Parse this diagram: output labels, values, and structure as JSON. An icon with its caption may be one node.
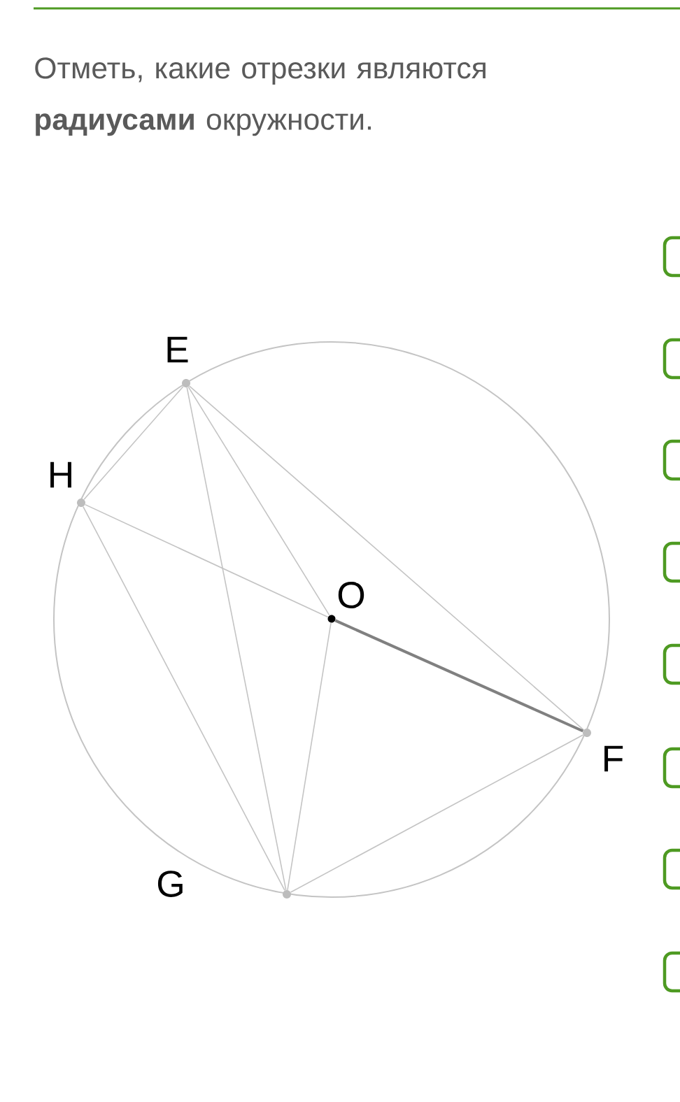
{
  "diagram": {
    "title": "Отметь, какие отрезки являются **радиусами** окружности.",
    "nodes": [
      {
        "text": [],
        "shape": "circle",
        "beside": [
          "E"
        ]
      },
      {
        "text": [],
        "shape": "circle",
        "beside": [
          "H"
        ]
      },
      {
        "text": [],
        "shape": "circle",
        "beside": [
          "O"
        ]
      },
      {
        "text": [],
        "shape": "circle",
        "beside": [
          "F"
        ]
      },
      {
        "text": [],
        "shape": "circle",
        "beside": [
          "G"
        ]
      }
    ],
    "edges": [
      {
        "from": 0,
        "to": 1,
        "arrow": "none"
      },
      {
        "from": 0,
        "to": 4,
        "arrow": "none"
      },
      {
        "from": 0,
        "to": 2,
        "arrow": "none"
      },
      {
        "from": 0,
        "to": 3,
        "arrow": "none"
      },
      {
        "from": 1,
        "to": 2,
        "arrow": "none"
      },
      {
        "from": 2,
        "to": 3,
        "arrow": "none",
        "style": "thick"
      },
      {
        "from": 1,
        "to": 4,
        "arrow": "none"
      },
      {
        "from": 2,
        "to": 4,
        "arrow": "none"
      },
      {
        "from": 4,
        "to": 3,
        "arrow": "none"
      }
    ]
  }
}
